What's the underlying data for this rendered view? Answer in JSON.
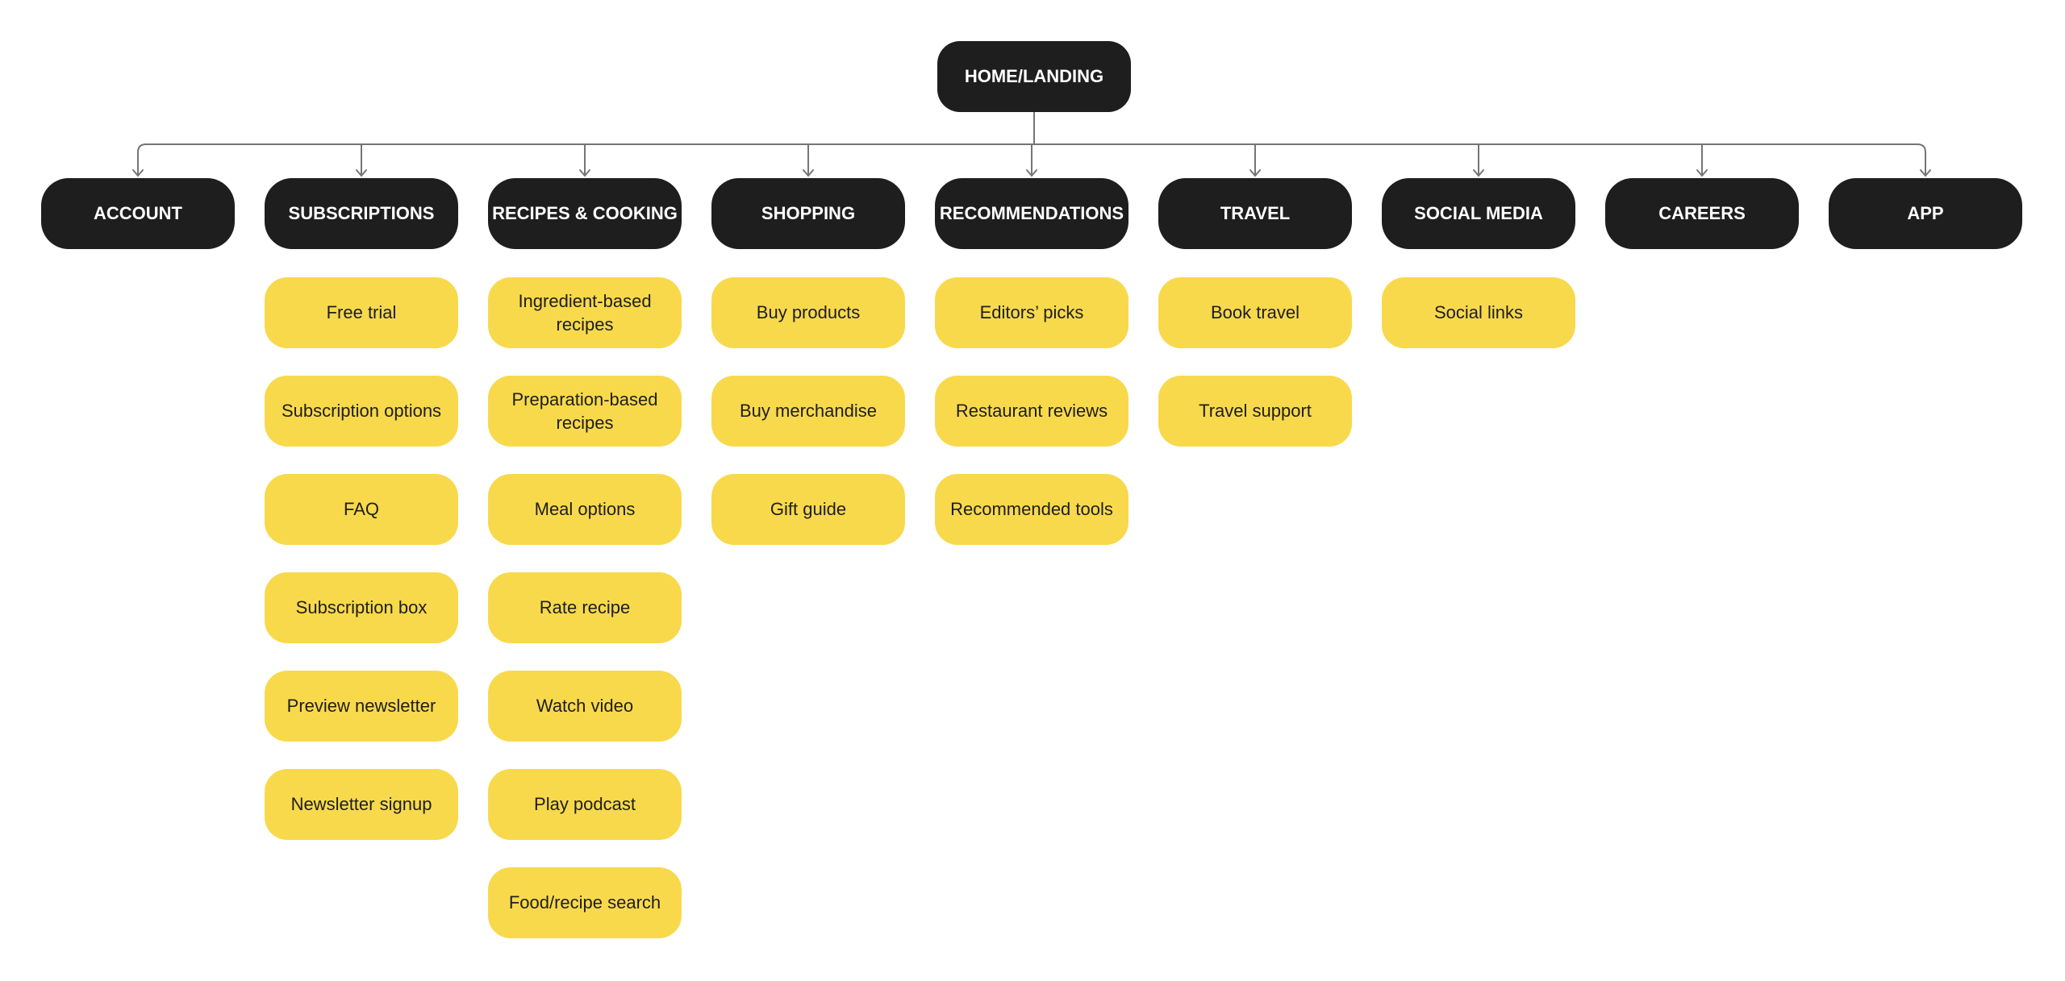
{
  "colors": {
    "dark_node": "#1e1e1e",
    "dark_text": "#ffffff",
    "leaf_node": "#f8d94c",
    "leaf_text": "#1e1e1e",
    "connector": "#757575"
  },
  "root": {
    "label": "HOME/LANDING"
  },
  "sections": [
    {
      "label": "ACCOUNT",
      "children": []
    },
    {
      "label": "SUBSCRIPTIONS",
      "children": [
        "Free trial",
        "Subscription options",
        "FAQ",
        "Subscription box",
        "Preview newsletter",
        "Newsletter signup"
      ]
    },
    {
      "label": "RECIPES & COOKING",
      "children": [
        "Ingredient-based\nrecipes",
        "Preparation-based\nrecipes",
        "Meal options",
        "Rate recipe",
        "Watch video",
        "Play podcast",
        "Food/recipe search"
      ]
    },
    {
      "label": "SHOPPING",
      "children": [
        "Buy products",
        "Buy merchandise",
        "Gift guide"
      ]
    },
    {
      "label": "RECOMMENDATIONS",
      "children": [
        "Editors’ picks",
        "Restaurant reviews",
        "Recommended tools"
      ]
    },
    {
      "label": "TRAVEL",
      "children": [
        "Book travel",
        "Travel support"
      ]
    },
    {
      "label": "SOCIAL MEDIA",
      "children": [
        "Social links"
      ]
    },
    {
      "label": "CAREERS",
      "children": []
    },
    {
      "label": "APP",
      "children": []
    }
  ]
}
